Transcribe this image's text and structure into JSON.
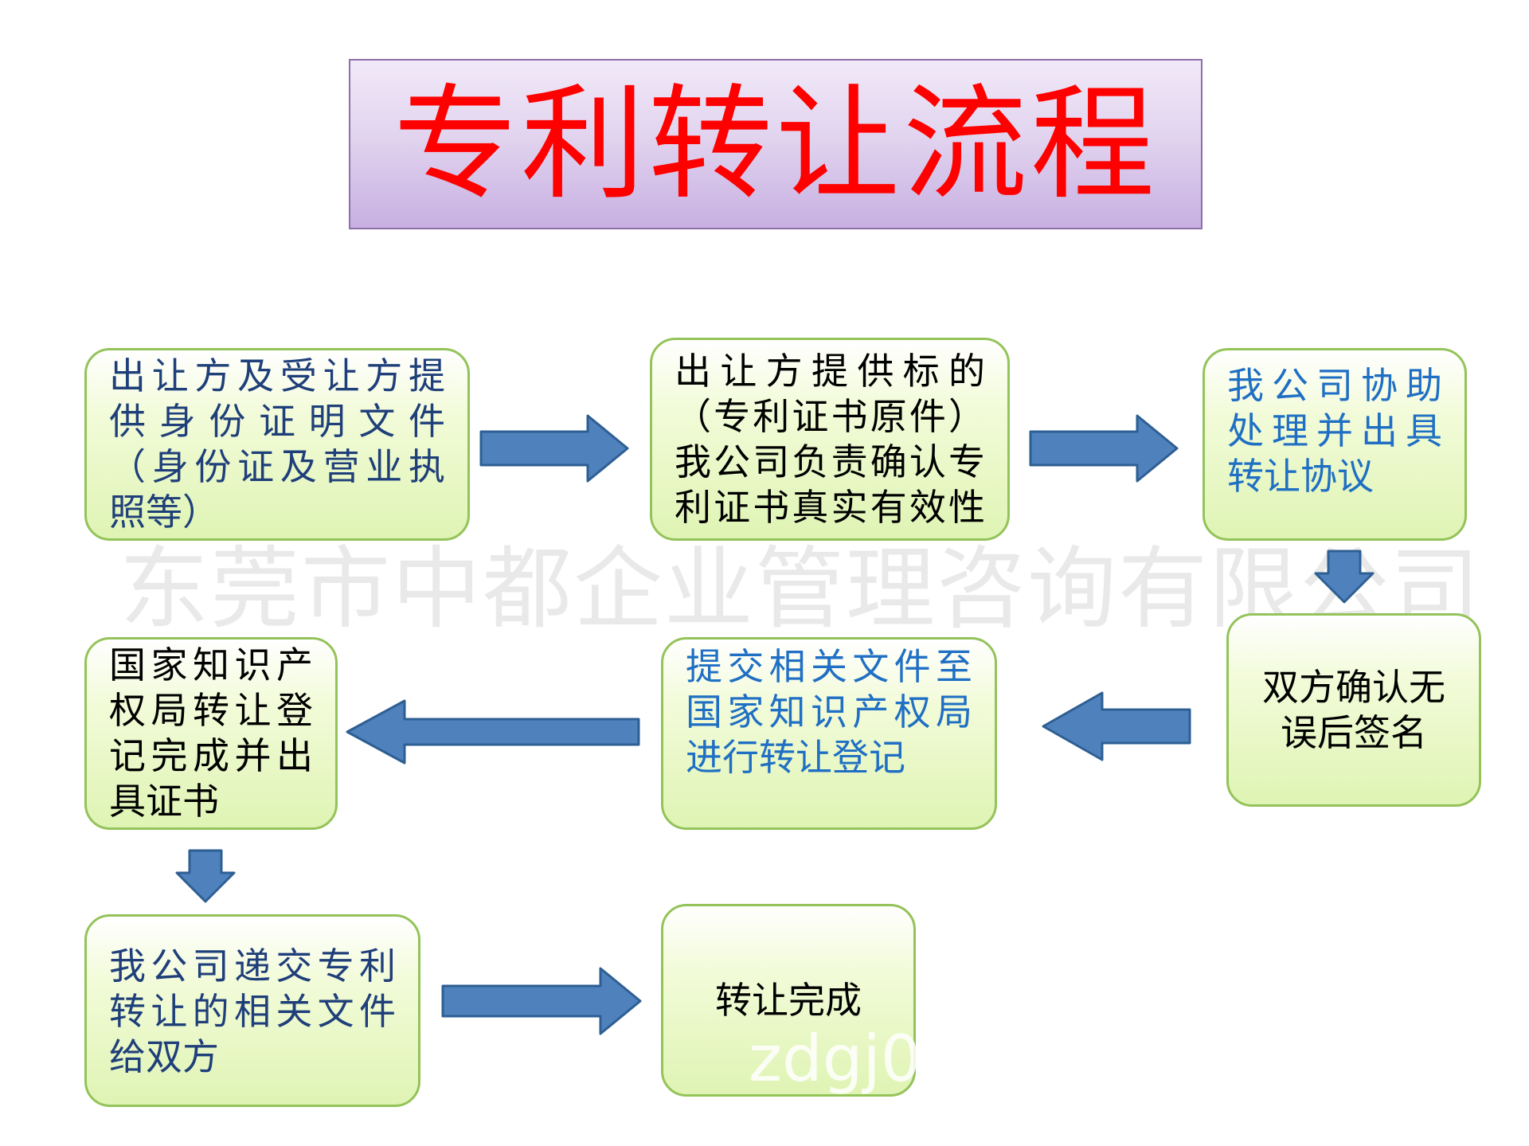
{
  "title": "专利转让流程",
  "watermark": "东莞市中都企业管理咨询有限公司",
  "watermark_url": "zdgj0",
  "steps": [
    {
      "id": "identity-docs",
      "lines": [
        "出让方及受让方提",
        "供身份证明文件",
        "（身份证及营业执",
        "照等）"
      ]
    },
    {
      "id": "verify-certificate",
      "lines": [
        "出让方提供标的",
        "（专利证书原件）",
        "我公司负责确认专",
        "利证书真实有效性"
      ]
    },
    {
      "id": "agreement",
      "lines": [
        "我公司协助",
        "处理并出具",
        "转让协议"
      ]
    },
    {
      "id": "sign",
      "lines": [
        "双方确认无",
        "误后签名"
      ]
    },
    {
      "id": "submit",
      "lines": [
        "提交相关文件至",
        "国家知识产权局",
        "进行转让登记"
      ]
    },
    {
      "id": "registration",
      "lines": [
        "国家知识产",
        "权局转让登",
        "记完成并出",
        "具证书"
      ]
    },
    {
      "id": "deliver",
      "lines": [
        "我公司递交专利",
        "转让的相关文件",
        "给双方"
      ]
    },
    {
      "id": "complete",
      "lines": [
        "转让完成"
      ]
    }
  ],
  "colors": {
    "title_text": "#ff0000",
    "title_border": "#8e6fa8",
    "box_border": "#94c35a",
    "box_fill": "#dff4b4",
    "arrow_fill": "#4f81bd",
    "arrow_stroke": "#2e5f93",
    "text_dark_blue": "#1f3f7a",
    "text_blue": "#1f6fc4",
    "text_black": "#000000"
  }
}
